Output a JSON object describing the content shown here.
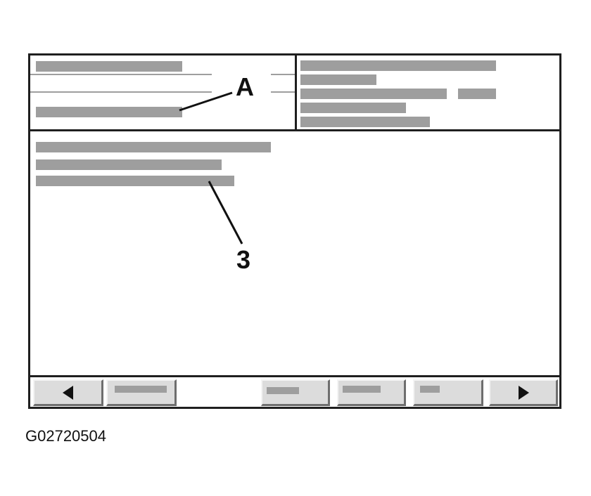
{
  "callouts": {
    "label_a": "A",
    "label_3": "3"
  },
  "figure_id": "G02720504",
  "footer": {
    "left_arrow_icon": "triangle-left-icon",
    "right_arrow_icon": "triangle-right-icon"
  },
  "colors": {
    "frame": "#1f1f1f",
    "placeholder_text": "#9e9e9e",
    "key_face": "#dcdcdc"
  }
}
